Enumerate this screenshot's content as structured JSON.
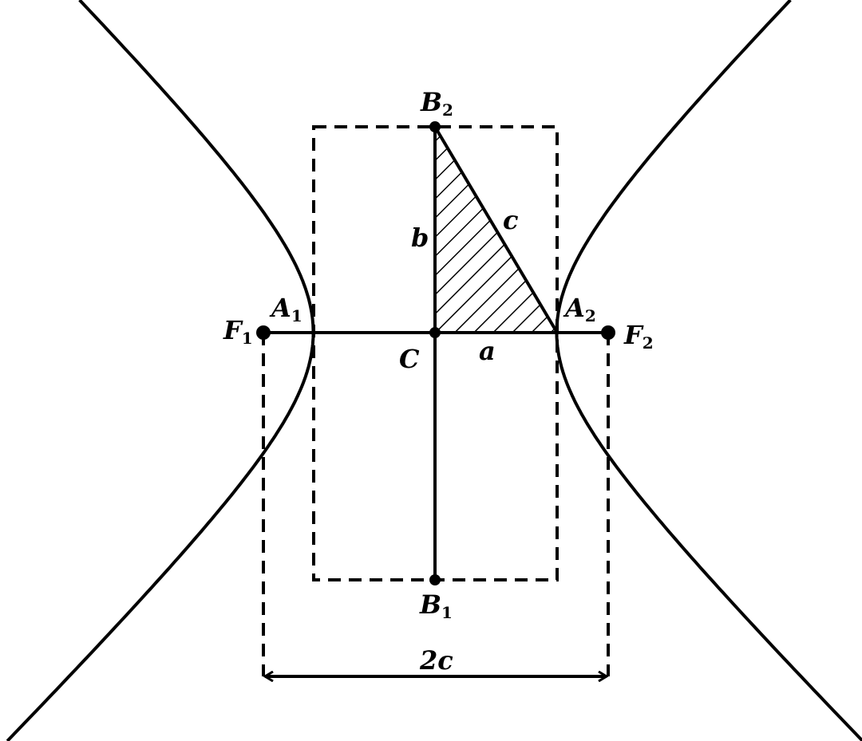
{
  "title": "Hyperbola geometry: vertices, co-vertices, foci and the a-b-c triangle",
  "labels": {
    "B2": {
      "main": "B",
      "sub": "2"
    },
    "B1": {
      "main": "B",
      "sub": "1"
    },
    "A1": {
      "main": "A",
      "sub": "1"
    },
    "A2": {
      "main": "A",
      "sub": "2"
    },
    "F1": {
      "main": "F",
      "sub": "1"
    },
    "F2": {
      "main": "F",
      "sub": "2"
    },
    "C": "C",
    "a": "a",
    "b": "b",
    "c": "c",
    "two_c": "2c"
  },
  "colors": {
    "stroke": "#000000",
    "background": "#ffffff"
  }
}
